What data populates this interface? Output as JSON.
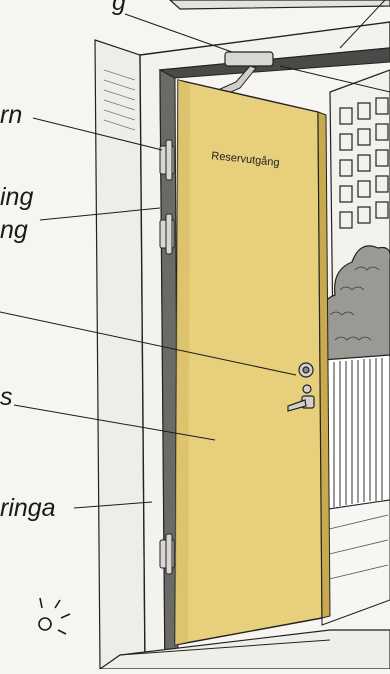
{
  "door": {
    "sign_text": "Reservutgång",
    "color": "#e8cf7c",
    "edge_color": "#c9a94e"
  },
  "labels": {
    "hinge_partial": "rn",
    "seal_partial_1": "ing",
    "seal_partial_2": "ng",
    "leaf_partial": "s",
    "sill_partial": "ringa",
    "top_partial": "g"
  }
}
